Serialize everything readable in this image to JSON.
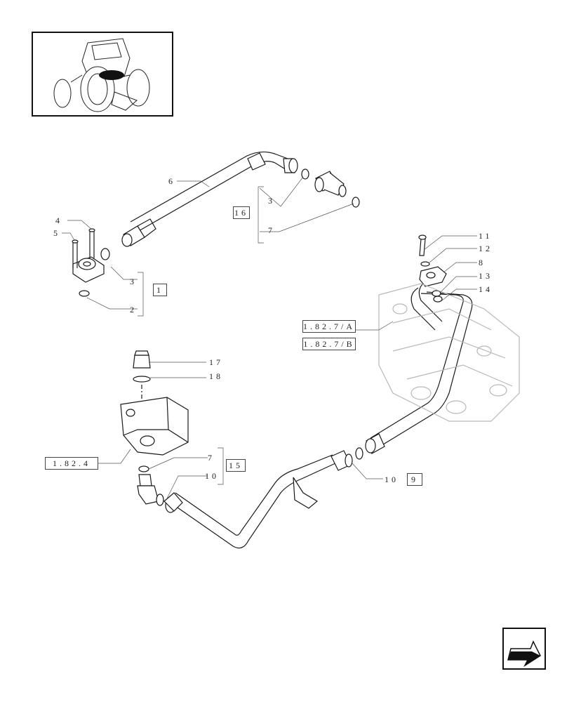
{
  "callouts": {
    "c6": "6",
    "c3a": "3",
    "c7a": "7",
    "c4": "4",
    "c5": "5",
    "c3b": "3",
    "c2": "2",
    "c11": "11",
    "c12": "12",
    "c8": "8",
    "c13": "13",
    "c14": "14",
    "c17": "17",
    "c18": "18",
    "c7b": "7",
    "c10a": "10",
    "c10b": "10"
  },
  "ref_boxes": {
    "b16": "16",
    "b1": "1",
    "b1827a": "1.82.7/A",
    "b1827b": "1.82.7/B",
    "b1824": "1.82.4",
    "b15": "15",
    "b9": "9"
  },
  "icons": {
    "thumbnail": "tractor-location-thumbnail",
    "nav": "next-page-arrow-icon"
  },
  "colors": {
    "line": "#1a1a1a",
    "ghost": "#b8b8b8"
  }
}
